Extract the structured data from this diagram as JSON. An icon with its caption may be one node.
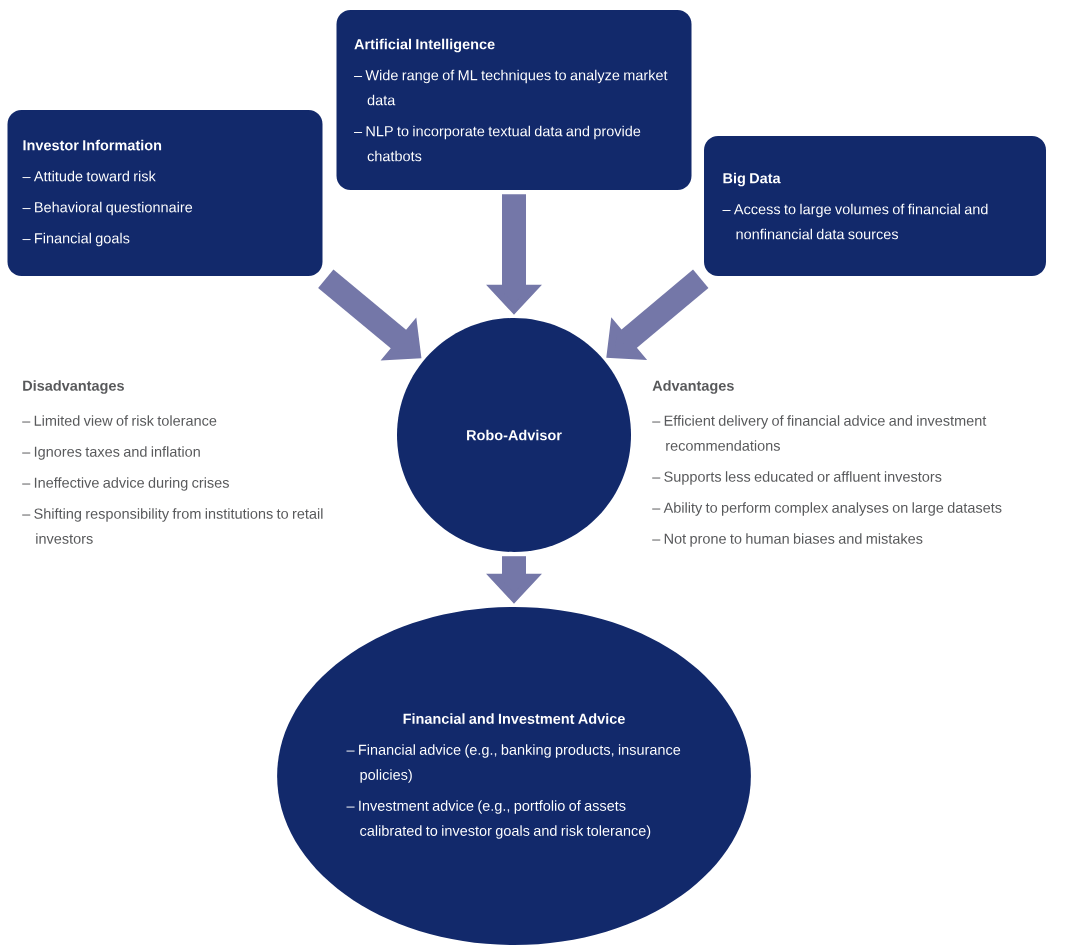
{
  "diagram": {
    "nodes": [
      {
        "text": [
          "Investor Information",
          "– Attitude toward risk",
          "– Behavioral questionnaire",
          "– Financial goals"
        ]
      },
      {
        "text": [
          "Artificial Intelligence",
          "– Wide range of ML techniques to analyze market data",
          "– NLP to incorporate textual data and provide chatbots"
        ]
      },
      {
        "text": [
          "Big Data",
          "– Access to large volumes of financial and nonfinancial data sources"
        ]
      },
      {
        "text": [
          "Robo-Advisor"
        ]
      },
      {
        "text": [
          "Financial and Investment Advice",
          "– Financial advice (e.g., banking products, insurance policies)",
          "– Investment advice (e.g., portfolio of assets calibrated to investor goals and risk tolerance)"
        ]
      }
    ],
    "edges": [
      {
        "from": 0,
        "to": 3,
        "arrow": "to"
      },
      {
        "from": 1,
        "to": 3,
        "arrow": "to"
      },
      {
        "from": 2,
        "to": 3,
        "arrow": "to"
      },
      {
        "from": 3,
        "to": 4,
        "arrow": "to"
      }
    ],
    "labels": [
      "Disadvantages",
      "– Limited view of risk tolerance",
      "– Ignores taxes and inflation",
      "– Ineffective advice during crises",
      "– Shifting responsibility from institutions to retail investors",
      "Advantages",
      "– Efficient delivery of financial advice and investment recommendations",
      "– Supports less educated or affluent investors",
      "– Ability to perform complex analyses on large datasets",
      "– Not prone to human biases and mistakes"
    ]
  }
}
